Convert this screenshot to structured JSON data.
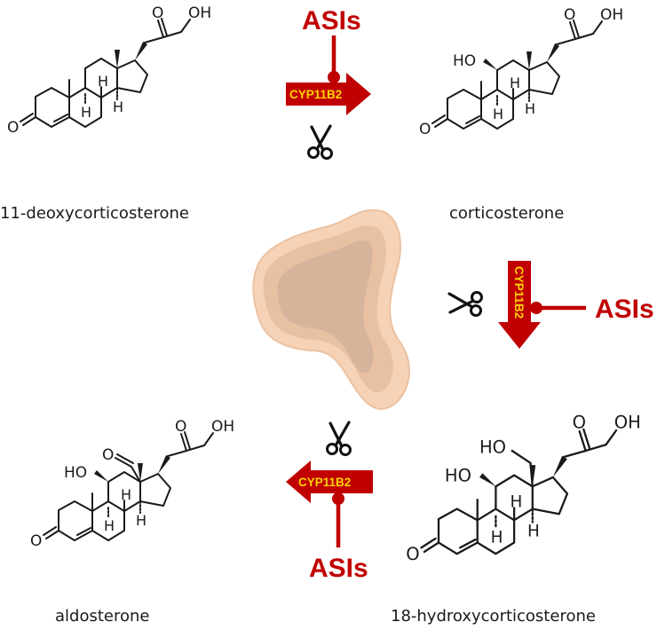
{
  "compounds": {
    "deoxycorticosterone": "11-deoxycorticosterone",
    "corticosterone": "corticosterone",
    "hydroxycorticosterone": "18-hydroxycorticosterone",
    "aldosterone": "aldosterone"
  },
  "enzyme_label": "CYP11B2",
  "inhibitor_label": "ASIs",
  "atoms": {
    "oxygen": "O",
    "hydroxyl": "OH",
    "hydroxyl_left": "HO",
    "hydrogen": "H"
  },
  "colors": {
    "arrow_red": "#c00000",
    "enzyme_text": "#ffd400",
    "gland_outer": "#f6d2b6",
    "gland_inner": "#d6b49c"
  },
  "icons": {
    "scissors": "scissors-icon"
  }
}
